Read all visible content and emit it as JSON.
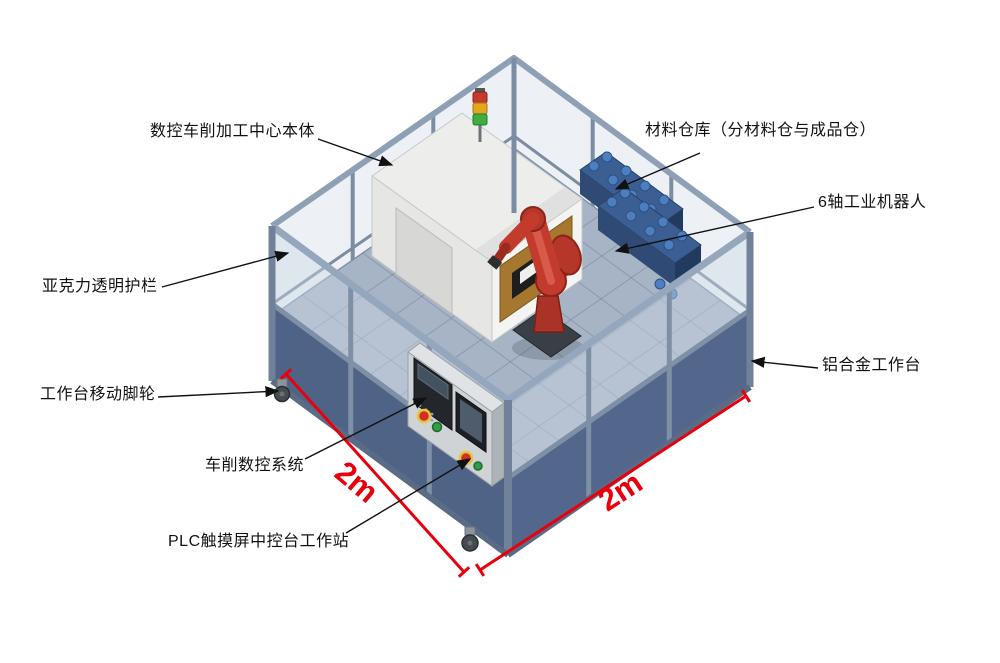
{
  "labels": [
    {
      "id": "cnc-machine-body",
      "text": "数控车削加工中心本体"
    },
    {
      "id": "material-warehouse",
      "text": "材料仓库（分材料仓与成品仓）"
    },
    {
      "id": "six-axis-robot",
      "text": "6轴工业机器人"
    },
    {
      "id": "acrylic-guard",
      "text": "亚克力透明护栏"
    },
    {
      "id": "aluminum-worktable",
      "text": "铝合金工作台"
    },
    {
      "id": "worktable-casters",
      "text": "工作台移动脚轮"
    },
    {
      "id": "turning-cnc-system",
      "text": "车削数控系统"
    },
    {
      "id": "plc-touchscreen-workstation",
      "text": "PLC触摸屏中控台工作站"
    }
  ],
  "dimensions": {
    "left": "2m",
    "right": "2m"
  },
  "colors": {
    "background": "#ffffff",
    "label_text": "#111111",
    "dimension_red": "#e8000d",
    "frame_aluminum": "#8495aa",
    "acrylic_panel": "#cdd8e4",
    "cabinet_panel_dark_blue": "#4f6386",
    "machine_body_white": "#f2f2f0",
    "machine_accent_brown": "#a5772f",
    "robot_red": "#c23b2d",
    "rack_blue": "#3c5f93",
    "rack_items_blue": "#4b7fc0",
    "signal_red": "#c23b2d",
    "signal_yellow": "#e2a61f",
    "signal_green": "#3fae3f"
  }
}
